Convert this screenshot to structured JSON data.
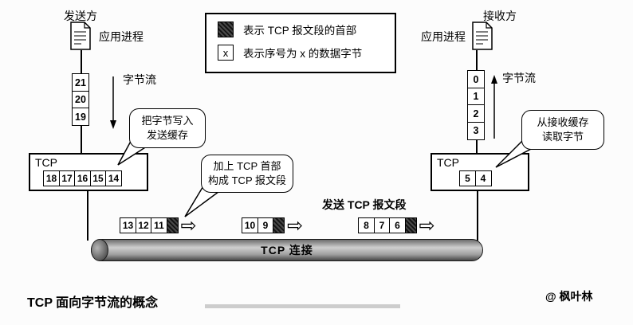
{
  "caption": "TCP 面向字节流的概念",
  "watermark": "@ 枫叶林",
  "sender": {
    "role_label": "发送方",
    "process_label": "应用进程",
    "stream_label": "字节流",
    "stream_bytes": [
      "21",
      "20",
      "19"
    ],
    "callout": {
      "line1": "把字节写入",
      "line2": "发送缓存"
    },
    "tcp_label": "TCP",
    "buffer_bytes": [
      "18",
      "17",
      "16",
      "15",
      "14"
    ]
  },
  "receiver": {
    "role_label": "接收方",
    "process_label": "应用进程",
    "stream_label": "字节流",
    "stream_bytes": [
      "0",
      "1",
      "2",
      "3"
    ],
    "callout": {
      "line1": "从接收缓存",
      "line2": "读取字节"
    },
    "tcp_label": "TCP",
    "buffer_bytes": [
      "5",
      "4"
    ]
  },
  "legend": {
    "header_label": "表示 TCP 报文段的首部",
    "x_char": "x",
    "x_label": "表示序号为 x 的数据字节"
  },
  "middle": {
    "segment_callout": {
      "line1": "加上 TCP 首部",
      "line2": "构成 TCP 报文段"
    },
    "send_label": "发送 TCP 报文段",
    "pipe_label": "TCP 连接",
    "arrow_char": "⇨",
    "segments": [
      {
        "bytes": [
          "13",
          "12",
          "11"
        ]
      },
      {
        "bytes": [
          "10",
          "9"
        ]
      },
      {
        "bytes": [
          "8",
          "7",
          "6"
        ]
      }
    ]
  },
  "colors": {
    "header_cell": "#141414",
    "pipe_dark": "#474747",
    "pipe_light": "#cfcfcf"
  }
}
